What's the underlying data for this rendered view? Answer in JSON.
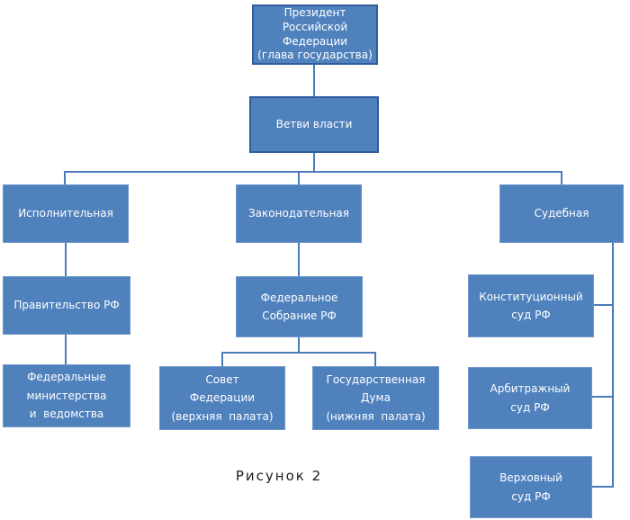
{
  "figure": {
    "caption": "Рисунок 2"
  },
  "nodes": {
    "president": {
      "label": "Президент\nРоссийской\nФедерации\n(глава государства)"
    },
    "branches_root": {
      "label": "Ветви власти"
    },
    "executive": {
      "label": "Исполнительная"
    },
    "legislative": {
      "label": "Законодательная"
    },
    "judicial": {
      "label": "Судебная"
    },
    "government": {
      "label": "Правительство РФ"
    },
    "federal_assembly": {
      "label": "Федеральное\nСобрание РФ"
    },
    "constitutional_court": {
      "label": "Конституционный\nсуд РФ"
    },
    "federal_ministries": {
      "label": "Федеральные\nминистерства\nи  ведомства"
    },
    "federation_council": {
      "label": "Совет\nФедерации\n(верхняя  палата)"
    },
    "state_duma": {
      "label": "Государственная\nДума\n(нижняя  палата)"
    },
    "arbitration_court": {
      "label": "Арбитражный\nсуд РФ"
    },
    "supreme_court": {
      "label": "Верховный\nсуд РФ"
    }
  },
  "colors": {
    "box_fill": "#4f81bd",
    "box_text": "#ffffff",
    "box_border_light": "#6e97ca",
    "box_border_dark": "#305d9b",
    "connector": "#4a7cba",
    "caption_text": "#1a1a1a"
  }
}
